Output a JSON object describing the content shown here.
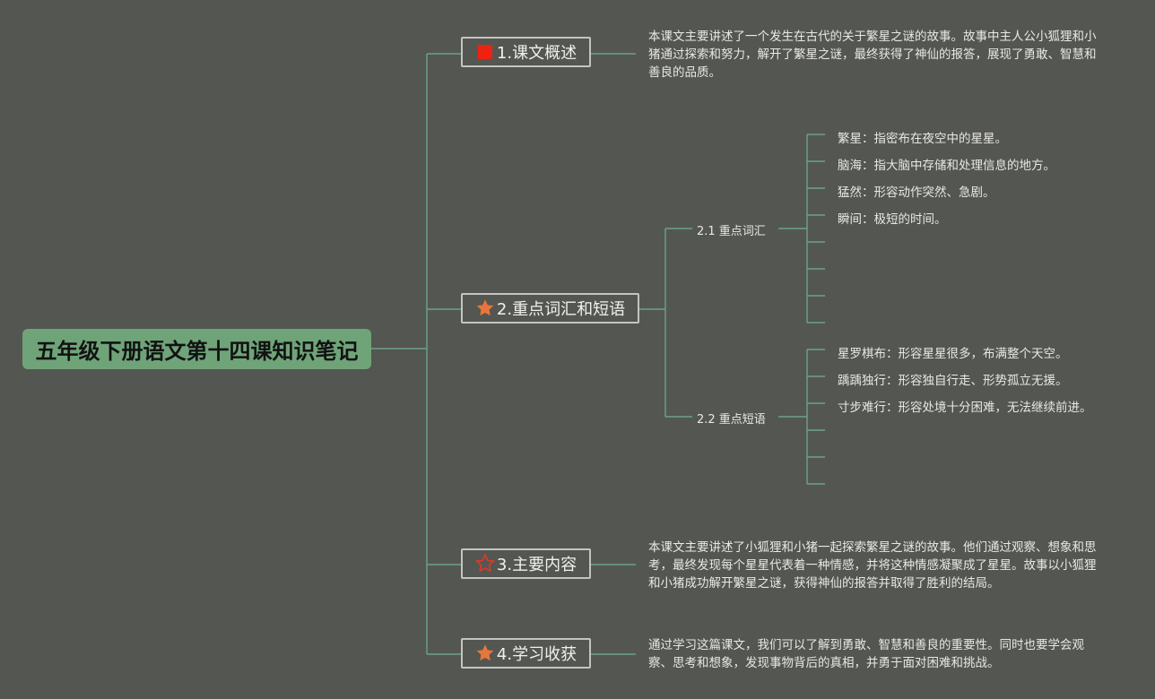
{
  "root": {
    "title": "五年级下册语文第十四课知识笔记"
  },
  "topics": [
    {
      "label": "1.课文概述",
      "icon": "red-square-icon",
      "desc": "本课文主要讲述了一个发生在古代的关于繁星之谜的故事。故事中主人公小狐狸和小猪通过探索和努力，解开了繁星之谜，最终获得了神仙的报答，展现了勇敢、智慧和善良的品质。"
    },
    {
      "label": "2.重点词汇和短语",
      "icon": "orange-star-icon"
    },
    {
      "label": "3.主要内容",
      "icon": "outline-star-icon",
      "desc": "本课文主要讲述了小狐狸和小猪一起探索繁星之谜的故事。他们通过观察、想象和思考，最终发现每个星星代表着一种情感，并将这种情感凝聚成了星星。故事以小狐狸和小猪成功解开繁星之谜，获得神仙的报答并取得了胜利的结局。"
    },
    {
      "label": "4.学习收获",
      "icon": "orange-star-icon",
      "desc": "通过学习这篇课文，我们可以了解到勇敢、智慧和善良的重要性。同时也要学会观察、思考和想象，发现事物背后的真相，并勇于面对困难和挑战。"
    }
  ],
  "subtopics": [
    {
      "label": "2.1 重点词汇",
      "items": [
        "繁星：指密布在夜空中的星星。",
        "脑海：指大脑中存储和处理信息的地方。",
        "猛然：形容动作突然、急剧。",
        "瞬间：极短的时间。",
        "",
        "",
        "",
        ""
      ]
    },
    {
      "label": "2.2 重点短语",
      "items": [
        "星罗棋布：形容星星很多，布满整个天空。",
        "踽踽独行：形容独自行走、形势孤立无援。",
        "寸步难行：形容处境十分困难，无法继续前进。",
        "",
        "",
        ""
      ]
    }
  ],
  "colors": {
    "background": "#545652",
    "root": "#6fa479",
    "line": "#6aa486",
    "star": "#e8763a",
    "square": "#ee2211"
  }
}
